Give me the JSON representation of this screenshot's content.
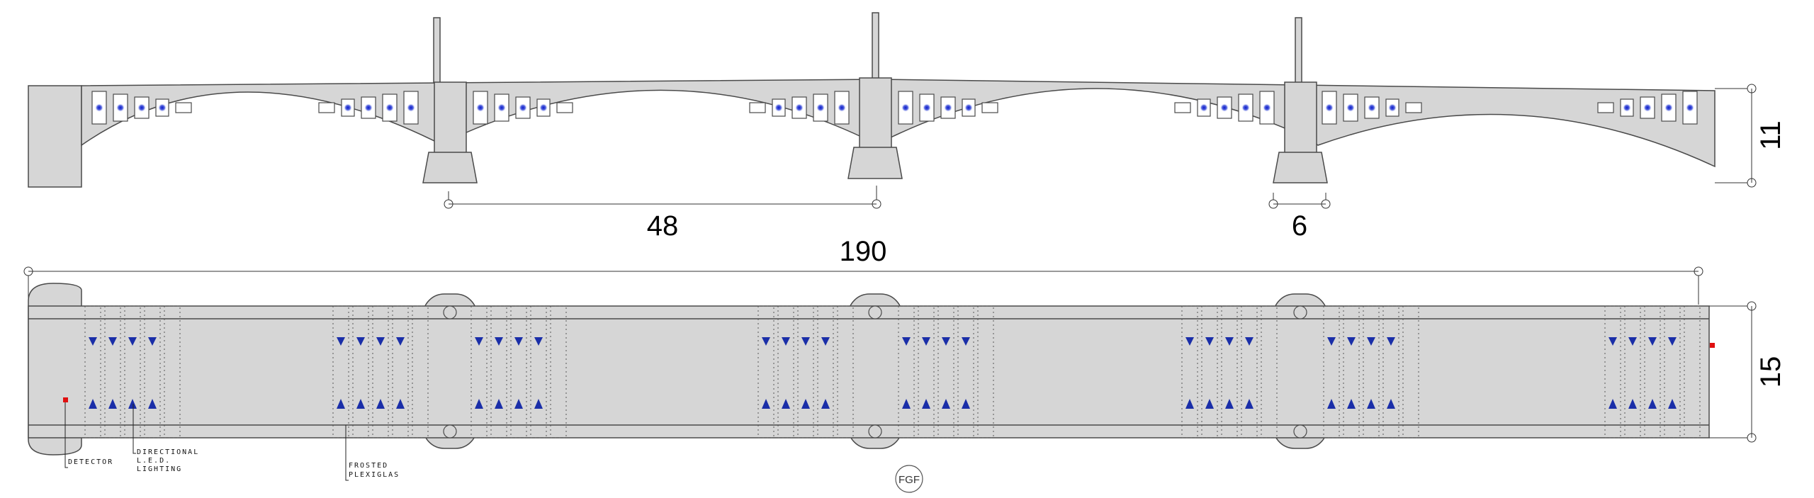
{
  "dimensions": {
    "span": "48",
    "pier_width": "6",
    "total_length": "190",
    "elevation_height": "11",
    "deck_width": "15"
  },
  "annotations": {
    "detector": "DETECTOR",
    "led_line1": "DIRECTIONAL",
    "led_line2": "L.E.D.",
    "led_line3": "LIGHTING",
    "plexi_line1": "FROSTED",
    "plexi_line2": "PLEXIGLAS"
  },
  "logo": {
    "text": "FGF"
  },
  "colors": {
    "structure": "#d6d6d6",
    "outline": "#4a4a4a",
    "led": "#1a2ea8",
    "detector": "#e01010"
  }
}
